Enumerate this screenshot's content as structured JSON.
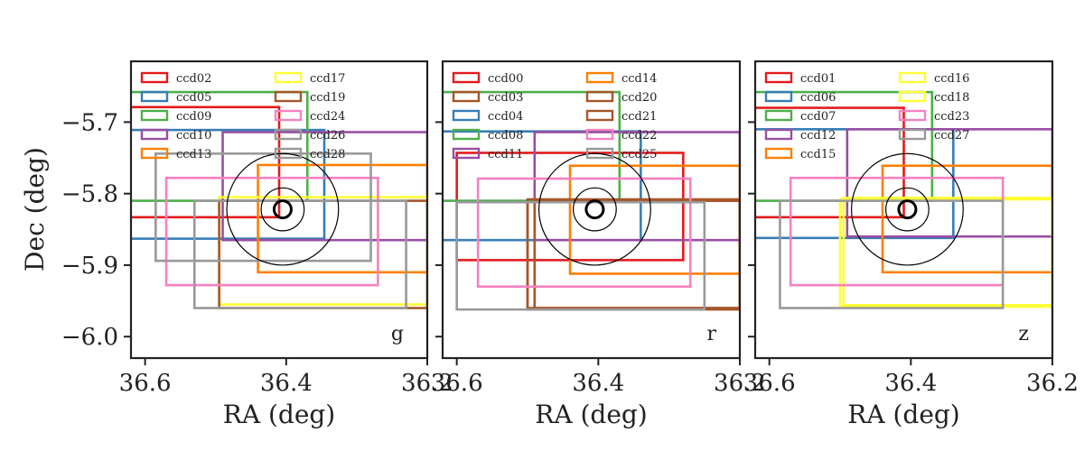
{
  "figure": {
    "type": "multi-panel CCD footprint plot",
    "ylabel": "Dec (deg)"
  },
  "chart_data": [
    {
      "type": "line",
      "band": "g",
      "xlabel": "RA (deg)",
      "ylabel": "Dec (deg)",
      "xlim": [
        36.62,
        36.2
      ],
      "ylim": [
        -6.03,
        -5.615
      ],
      "xticks": [
        36.6,
        36.4,
        36.2
      ],
      "xtick_labels": [
        "36.6",
        "36.4",
        "36.2"
      ],
      "yticks": [
        -5.7,
        -5.8,
        -5.9,
        -6.0
      ],
      "ytick_labels": [
        "−5.7",
        "−5.8",
        "−5.9",
        "−6.0"
      ],
      "legend_placement": "upper-left",
      "legend_columns": 2,
      "target": {
        "ra": 36.405,
        "dec": -5.822
      },
      "circles_deg": [
        0.078,
        0.03,
        0.012
      ],
      "ccds": [
        {
          "name": "ccd02",
          "color": "#e41a1c",
          "ra_min": 36.41,
          "ra_max": 36.66,
          "dec_min": -5.833,
          "dec_max": -5.679
        },
        {
          "name": "ccd05",
          "color": "#377eb8",
          "ra_min": 36.346,
          "ra_max": 36.66,
          "dec_min": -5.863,
          "dec_max": -5.711
        },
        {
          "name": "ccd09",
          "color": "#4daf4a",
          "ra_min": 36.37,
          "ra_max": 36.66,
          "dec_min": -5.81,
          "dec_max": -5.658
        },
        {
          "name": "ccd10",
          "color": "#984ea3",
          "ra_min": 36.2,
          "ra_max": 36.49,
          "dec_min": -5.865,
          "dec_max": -5.714
        },
        {
          "name": "ccd13",
          "color": "#ff7f00",
          "ra_min": 36.2,
          "ra_max": 36.44,
          "dec_min": -5.91,
          "dec_max": -5.76
        },
        {
          "name": "ccd17",
          "color": "#ffff33",
          "ra_min": 36.2,
          "ra_max": 36.495,
          "dec_min": -5.955,
          "dec_max": -5.805
        },
        {
          "name": "ccd19",
          "color": "#a65628",
          "ra_min": 36.2,
          "ra_max": 36.495,
          "dec_min": -5.96,
          "dec_max": -5.81
        },
        {
          "name": "ccd24",
          "color": "#f781bf",
          "ra_min": 36.27,
          "ra_max": 36.57,
          "dec_min": -5.928,
          "dec_max": -5.778
        },
        {
          "name": "ccd26",
          "color": "#999999",
          "ra_min": 36.23,
          "ra_max": 36.53,
          "dec_min": -5.96,
          "dec_max": -5.81
        },
        {
          "name": "ccd28",
          "color": "#999999",
          "ra_min": 36.28,
          "ra_max": 36.585,
          "dec_min": -5.894,
          "dec_max": -5.744
        }
      ]
    },
    {
      "type": "line",
      "band": "r",
      "xlabel": "RA (deg)",
      "xlim": [
        36.62,
        36.2
      ],
      "ylim": [
        -6.03,
        -5.615
      ],
      "xticks": [
        36.6,
        36.4,
        36.2
      ],
      "xtick_labels": [
        "36.6",
        "36.4",
        "36.2"
      ],
      "legend_placement": "upper-left",
      "legend_columns": 2,
      "target": {
        "ra": 36.405,
        "dec": -5.822
      },
      "circles_deg": [
        0.078,
        0.03,
        0.012
      ],
      "ccds": [
        {
          "name": "ccd00",
          "color": "#e41a1c",
          "ra_min": 36.28,
          "ra_max": 36.6,
          "dec_min": -5.893,
          "dec_max": -5.743
        },
        {
          "name": "ccd03",
          "color": "#a65628",
          "ra_min": 36.2,
          "ra_max": 36.5,
          "dec_min": -5.962,
          "dec_max": -5.81
        },
        {
          "name": "ccd04",
          "color": "#377eb8",
          "ra_min": 36.34,
          "ra_max": 36.66,
          "dec_min": -5.865,
          "dec_max": -5.713
        },
        {
          "name": "ccd08",
          "color": "#4daf4a",
          "ra_min": 36.37,
          "ra_max": 36.66,
          "dec_min": -5.81,
          "dec_max": -5.658
        },
        {
          "name": "ccd11",
          "color": "#984ea3",
          "ra_min": 36.2,
          "ra_max": 36.49,
          "dec_min": -5.865,
          "dec_max": -5.714
        },
        {
          "name": "ccd14",
          "color": "#ff7f00",
          "ra_min": 36.2,
          "ra_max": 36.44,
          "dec_min": -5.912,
          "dec_max": -5.761
        },
        {
          "name": "ccd20",
          "color": "#a65628",
          "ra_min": 36.2,
          "ra_max": 36.5,
          "dec_min": -5.96,
          "dec_max": -5.808
        },
        {
          "name": "ccd21",
          "color": "#a65628",
          "ra_min": 36.2,
          "ra_max": 36.49,
          "dec_min": -5.96,
          "dec_max": -5.81
        },
        {
          "name": "ccd22",
          "color": "#f781bf",
          "ra_min": 36.27,
          "ra_max": 36.57,
          "dec_min": -5.93,
          "dec_max": -5.779
        },
        {
          "name": "ccd25",
          "color": "#999999",
          "ra_min": 36.25,
          "ra_max": 36.6,
          "dec_min": -5.962,
          "dec_max": -5.812
        }
      ]
    },
    {
      "type": "line",
      "band": "z",
      "xlabel": "RA (deg)",
      "xlim": [
        36.62,
        36.2
      ],
      "ylim": [
        -6.03,
        -5.615
      ],
      "xticks": [
        36.6,
        36.4,
        36.2
      ],
      "xtick_labels": [
        "36.6",
        "36.4",
        "36.2"
      ],
      "legend_placement": "upper-left",
      "legend_columns": 2,
      "target": {
        "ra": 36.405,
        "dec": -5.822
      },
      "circles_deg": [
        0.078,
        0.03,
        0.012
      ],
      "ccds": [
        {
          "name": "ccd01",
          "color": "#e41a1c",
          "ra_min": 36.41,
          "ra_max": 36.66,
          "dec_min": -5.833,
          "dec_max": -5.68
        },
        {
          "name": "ccd06",
          "color": "#377eb8",
          "ra_min": 36.34,
          "ra_max": 36.66,
          "dec_min": -5.862,
          "dec_max": -5.71
        },
        {
          "name": "ccd07",
          "color": "#4daf4a",
          "ra_min": 36.37,
          "ra_max": 36.66,
          "dec_min": -5.81,
          "dec_max": -5.658
        },
        {
          "name": "ccd12",
          "color": "#984ea3",
          "ra_min": 36.2,
          "ra_max": 36.49,
          "dec_min": -5.86,
          "dec_max": -5.71
        },
        {
          "name": "ccd15",
          "color": "#ff7f00",
          "ra_min": 36.2,
          "ra_max": 36.44,
          "dec_min": -5.91,
          "dec_max": -5.761
        },
        {
          "name": "ccd16",
          "color": "#ffff33",
          "ra_min": 36.2,
          "ra_max": 36.5,
          "dec_min": -5.958,
          "dec_max": -5.808
        },
        {
          "name": "ccd18",
          "color": "#ffff33",
          "ra_min": 36.2,
          "ra_max": 36.495,
          "dec_min": -5.956,
          "dec_max": -5.806
        },
        {
          "name": "ccd23",
          "color": "#f781bf",
          "ra_min": 36.27,
          "ra_max": 36.57,
          "dec_min": -5.928,
          "dec_max": -5.778
        },
        {
          "name": "ccd27",
          "color": "#999999",
          "ra_min": 36.27,
          "ra_max": 36.585,
          "dec_min": -5.96,
          "dec_max": -5.81
        }
      ]
    }
  ]
}
